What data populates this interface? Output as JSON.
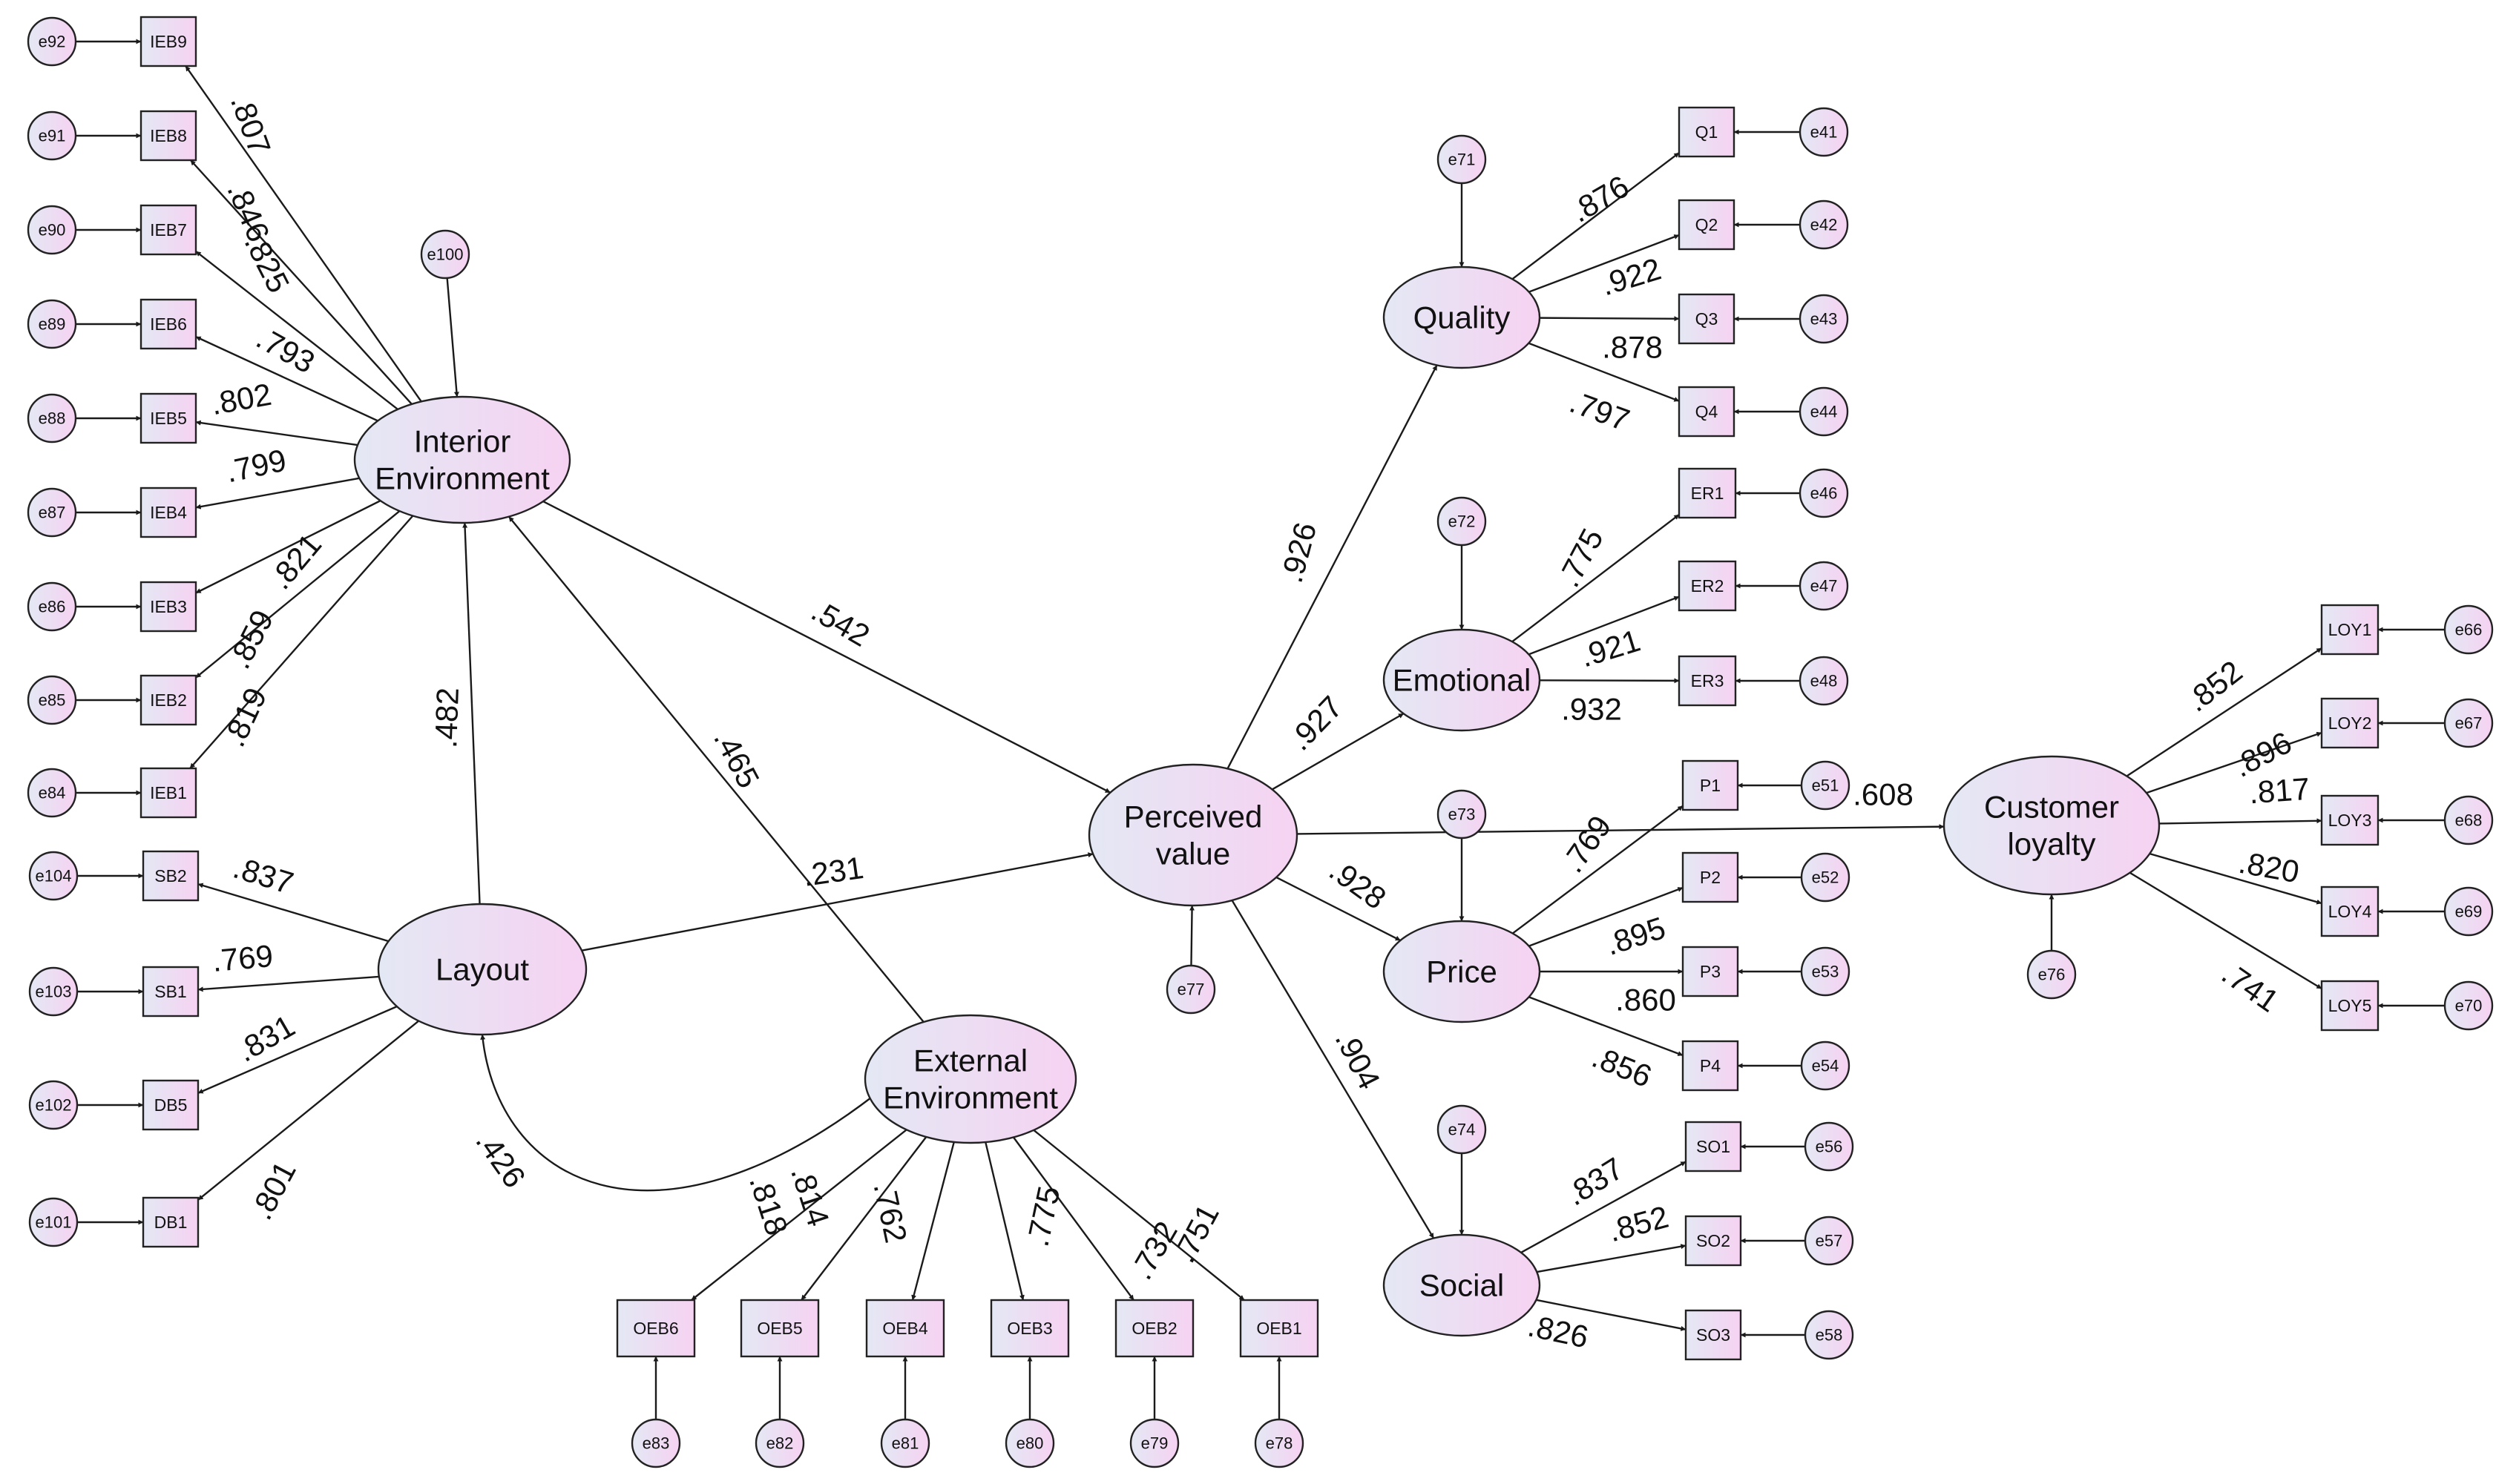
{
  "diagram": {
    "latents": [
      {
        "id": "ie",
        "lines": [
          "Interior",
          "Environment"
        ]
      },
      {
        "id": "lay",
        "lines": [
          "Layout"
        ]
      },
      {
        "id": "ee",
        "lines": [
          "External",
          "Environment"
        ]
      },
      {
        "id": "pv",
        "lines": [
          "Perceived",
          "value"
        ]
      },
      {
        "id": "qual",
        "lines": [
          "Quality"
        ]
      },
      {
        "id": "emo",
        "lines": [
          "Emotional"
        ]
      },
      {
        "id": "price",
        "lines": [
          "Price"
        ]
      },
      {
        "id": "soc",
        "lines": [
          "Social"
        ]
      },
      {
        "id": "cl",
        "lines": [
          "Customer",
          "loyalty"
        ]
      }
    ],
    "observed": [
      {
        "id": "IEB9",
        "label": "IEB9",
        "latent": "ie",
        "loading": ".807"
      },
      {
        "id": "IEB8",
        "label": "IEB8",
        "latent": "ie",
        "loading": ".846"
      },
      {
        "id": "IEB7",
        "label": "IEB7",
        "latent": "ie",
        "loading": ".825"
      },
      {
        "id": "IEB6",
        "label": "IEB6",
        "latent": "ie",
        "loading": ".793"
      },
      {
        "id": "IEB5",
        "label": "IEB5",
        "latent": "ie",
        "loading": ".802"
      },
      {
        "id": "IEB4",
        "label": "IEB4",
        "latent": "ie",
        "loading": ".799"
      },
      {
        "id": "IEB3",
        "label": "IEB3",
        "latent": "ie",
        "loading": ".821"
      },
      {
        "id": "IEB2",
        "label": "IEB2",
        "latent": "ie",
        "loading": ".859"
      },
      {
        "id": "IEB1",
        "label": "IEB1",
        "latent": "ie",
        "loading": ".819"
      },
      {
        "id": "SB2",
        "label": "SB2",
        "latent": "lay",
        "loading": ".837"
      },
      {
        "id": "SB1",
        "label": "SB1",
        "latent": "lay",
        "loading": ".769"
      },
      {
        "id": "DB5",
        "label": "DB5",
        "latent": "lay",
        "loading": ".831"
      },
      {
        "id": "DB1",
        "label": "DB1",
        "latent": "lay",
        "loading": ".801"
      },
      {
        "id": "OEB6",
        "label": "OEB6",
        "latent": "ee",
        "loading": ".818"
      },
      {
        "id": "OEB5",
        "label": "OEB5",
        "latent": "ee",
        "loading": ".814"
      },
      {
        "id": "OEB4",
        "label": "OEB4",
        "latent": "ee",
        "loading": ".762"
      },
      {
        "id": "OEB3",
        "label": "OEB3",
        "latent": "ee",
        "loading": ".775"
      },
      {
        "id": "OEB2",
        "label": "OEB2",
        "latent": "ee",
        "loading": ".732"
      },
      {
        "id": "OEB1",
        "label": "OEB1",
        "latent": "ee",
        "loading": ".751"
      },
      {
        "id": "Q1",
        "label": "Q1",
        "latent": "qual",
        "loading": ".876"
      },
      {
        "id": "Q2",
        "label": "Q2",
        "latent": "qual",
        "loading": ".922"
      },
      {
        "id": "Q3",
        "label": "Q3",
        "latent": "qual",
        "loading": ".878"
      },
      {
        "id": "Q4",
        "label": "Q4",
        "latent": "qual",
        "loading": ".797"
      },
      {
        "id": "ER1",
        "label": "ER1",
        "latent": "emo",
        "loading": ".775"
      },
      {
        "id": "ER2",
        "label": "ER2",
        "latent": "emo",
        "loading": ".921"
      },
      {
        "id": "ER3",
        "label": "ER3",
        "latent": "emo",
        "loading": ".932"
      },
      {
        "id": "P1",
        "label": "P1",
        "latent": "price",
        "loading": ".769"
      },
      {
        "id": "P2",
        "label": "P2",
        "latent": "price",
        "loading": ".895"
      },
      {
        "id": "P3",
        "label": "P3",
        "latent": "price",
        "loading": ".860"
      },
      {
        "id": "P4",
        "label": "P4",
        "latent": "price",
        "loading": ".856"
      },
      {
        "id": "SO1",
        "label": "SO1",
        "latent": "soc",
        "loading": ".837"
      },
      {
        "id": "SO2",
        "label": "SO2",
        "latent": "soc",
        "loading": ".852"
      },
      {
        "id": "SO3",
        "label": "SO3",
        "latent": "soc",
        "loading": ".826"
      },
      {
        "id": "LOY1",
        "label": "LOY1",
        "latent": "cl",
        "loading": ".852"
      },
      {
        "id": "LOY2",
        "label": "LOY2",
        "latent": "cl",
        "loading": ".896"
      },
      {
        "id": "LOY3",
        "label": "LOY3",
        "latent": "cl",
        "loading": ".817"
      },
      {
        "id": "LOY4",
        "label": "LOY4",
        "latent": "cl",
        "loading": ".820"
      },
      {
        "id": "LOY5",
        "label": "LOY5",
        "latent": "cl",
        "loading": ".741"
      }
    ],
    "errors": [
      {
        "id": "e92",
        "label": "e92",
        "target": "IEB9"
      },
      {
        "id": "e91",
        "label": "e91",
        "target": "IEB8"
      },
      {
        "id": "e90",
        "label": "e90",
        "target": "IEB7"
      },
      {
        "id": "e89",
        "label": "e89",
        "target": "IEB6"
      },
      {
        "id": "e88",
        "label": "e88",
        "target": "IEB5"
      },
      {
        "id": "e87",
        "label": "e87",
        "target": "IEB4"
      },
      {
        "id": "e86",
        "label": "e86",
        "target": "IEB3"
      },
      {
        "id": "e85",
        "label": "e85",
        "target": "IEB2"
      },
      {
        "id": "e84",
        "label": "e84",
        "target": "IEB1"
      },
      {
        "id": "e104",
        "label": "e104",
        "target": "SB2"
      },
      {
        "id": "e103",
        "label": "e103",
        "target": "SB1"
      },
      {
        "id": "e102",
        "label": "e102",
        "target": "DB5"
      },
      {
        "id": "e101",
        "label": "e101",
        "target": "DB1"
      },
      {
        "id": "e83",
        "label": "e83",
        "target": "OEB6"
      },
      {
        "id": "e82",
        "label": "e82",
        "target": "OEB5"
      },
      {
        "id": "e81",
        "label": "e81",
        "target": "OEB4"
      },
      {
        "id": "e80",
        "label": "e80",
        "target": "OEB3"
      },
      {
        "id": "e79",
        "label": "e79",
        "target": "OEB2"
      },
      {
        "id": "e78",
        "label": "e78",
        "target": "OEB1"
      },
      {
        "id": "e41",
        "label": "e41",
        "target": "Q1"
      },
      {
        "id": "e42",
        "label": "e42",
        "target": "Q2"
      },
      {
        "id": "e43",
        "label": "e43",
        "target": "Q3"
      },
      {
        "id": "e44",
        "label": "e44",
        "target": "Q4"
      },
      {
        "id": "e46",
        "label": "e46",
        "target": "ER1"
      },
      {
        "id": "e47",
        "label": "e47",
        "target": "ER2"
      },
      {
        "id": "e48",
        "label": "e48",
        "target": "ER3"
      },
      {
        "id": "e51",
        "label": "e51",
        "target": "P1"
      },
      {
        "id": "e52",
        "label": "e52",
        "target": "P2"
      },
      {
        "id": "e53",
        "label": "e53",
        "target": "P3"
      },
      {
        "id": "e54",
        "label": "e54",
        "target": "P4"
      },
      {
        "id": "e56",
        "label": "e56",
        "target": "SO1"
      },
      {
        "id": "e57",
        "label": "e57",
        "target": "SO2"
      },
      {
        "id": "e58",
        "label": "e58",
        "target": "SO3"
      },
      {
        "id": "e66",
        "label": "e66",
        "target": "LOY1"
      },
      {
        "id": "e67",
        "label": "e67",
        "target": "LOY2"
      },
      {
        "id": "e68",
        "label": "e68",
        "target": "LOY3"
      },
      {
        "id": "e69",
        "label": "e69",
        "target": "LOY4"
      },
      {
        "id": "e70",
        "label": "e70",
        "target": "LOY5"
      },
      {
        "id": "e100",
        "label": "e100",
        "target": "ie"
      },
      {
        "id": "e77",
        "label": "e77",
        "target": "pv"
      },
      {
        "id": "e71",
        "label": "e71",
        "target": "qual"
      },
      {
        "id": "e72",
        "label": "e72",
        "target": "emo"
      },
      {
        "id": "e73",
        "label": "e73",
        "target": "price"
      },
      {
        "id": "e74",
        "label": "e74",
        "target": "soc"
      },
      {
        "id": "e76",
        "label": "e76",
        "target": "cl"
      }
    ],
    "paths": [
      {
        "from": "lay",
        "to": "ie",
        "coef": ".482"
      },
      {
        "from": "ee",
        "to": "ie",
        "coef": ".465"
      },
      {
        "from": "ie",
        "to": "pv",
        "coef": ".542"
      },
      {
        "from": "lay",
        "to": "pv",
        "coef": ".231"
      },
      {
        "from": "pv",
        "to": "qual",
        "coef": ".926"
      },
      {
        "from": "pv",
        "to": "emo",
        "coef": ".927"
      },
      {
        "from": "pv",
        "to": "price",
        "coef": ".928"
      },
      {
        "from": "pv",
        "to": "soc",
        "coef": ".904"
      },
      {
        "from": "pv",
        "to": "cl",
        "coef": ".608"
      }
    ],
    "covariances": [
      {
        "a": "lay",
        "b": "ee",
        "coef": ".426"
      }
    ],
    "colors": {
      "fill_left": "#e4e8f4",
      "fill_right": "#f6d2f2",
      "stroke": "#222222",
      "text": "#111111"
    }
  }
}
